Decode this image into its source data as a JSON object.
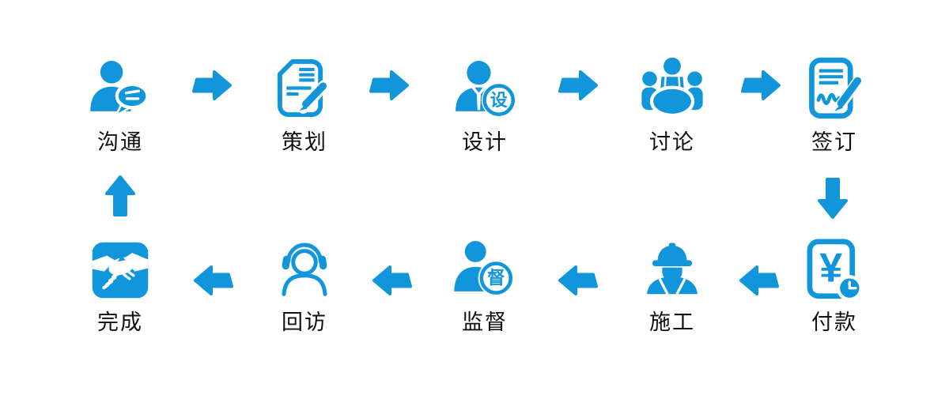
{
  "colors": {
    "accent": "#1296db",
    "label_text": "#111111",
    "background": "#ffffff"
  },
  "flow": {
    "steps": [
      {
        "label": "沟通",
        "icon": "person-chat-icon"
      },
      {
        "label": "策划",
        "icon": "document-pen-icon"
      },
      {
        "label": "设计",
        "icon": "designer-badge-icon",
        "badge_char": "设"
      },
      {
        "label": "讨论",
        "icon": "meeting-discussion-icon"
      },
      {
        "label": "签订",
        "icon": "contract-signing-icon"
      },
      {
        "label": "付款",
        "icon": "payment-clock-icon",
        "currency_symbol": "¥"
      },
      {
        "label": "施工",
        "icon": "construction-worker-icon"
      },
      {
        "label": "监督",
        "icon": "supervisor-badge-icon",
        "badge_char": "督"
      },
      {
        "label": "回访",
        "icon": "headset-service-icon"
      },
      {
        "label": "完成",
        "icon": "handshake-icon"
      }
    ],
    "arrows": [
      {
        "icon": "arrow-right-icon",
        "from": "沟通",
        "to": "策划"
      },
      {
        "icon": "arrow-right-icon",
        "from": "策划",
        "to": "设计"
      },
      {
        "icon": "arrow-right-icon",
        "from": "设计",
        "to": "讨论"
      },
      {
        "icon": "arrow-right-icon",
        "from": "讨论",
        "to": "签订"
      },
      {
        "icon": "arrow-down-icon",
        "from": "签订",
        "to": "付款"
      },
      {
        "icon": "arrow-left-icon",
        "from": "付款",
        "to": "施工"
      },
      {
        "icon": "arrow-left-icon",
        "from": "施工",
        "to": "监督"
      },
      {
        "icon": "arrow-left-icon",
        "from": "监督",
        "to": "回访"
      },
      {
        "icon": "arrow-left-icon",
        "from": "回访",
        "to": "完成"
      },
      {
        "icon": "arrow-up-icon",
        "from": "完成",
        "to": "沟通"
      }
    ]
  }
}
